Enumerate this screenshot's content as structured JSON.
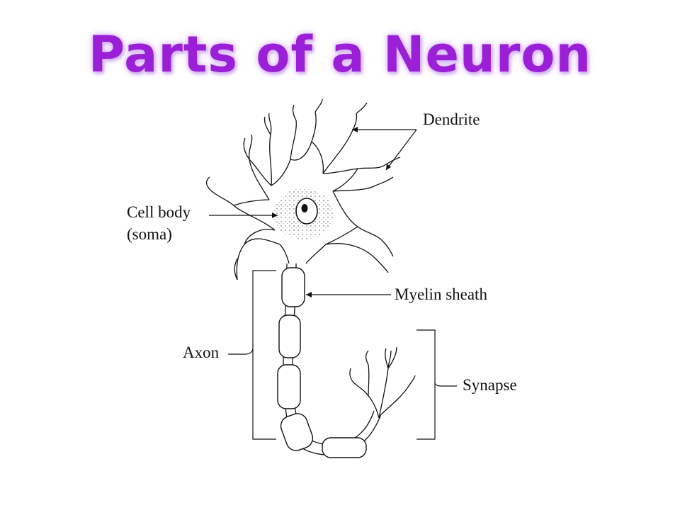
{
  "title": "Parts of a Neuron",
  "labels": {
    "dendrite": "Dendrite",
    "cell_body": "Cell body",
    "soma": "(soma)",
    "myelin": "Myelin sheath",
    "axon": "Axon",
    "synapse": "Synapse"
  },
  "colors": {
    "title_purple": "#9a1fd6",
    "stroke": "#111111"
  }
}
